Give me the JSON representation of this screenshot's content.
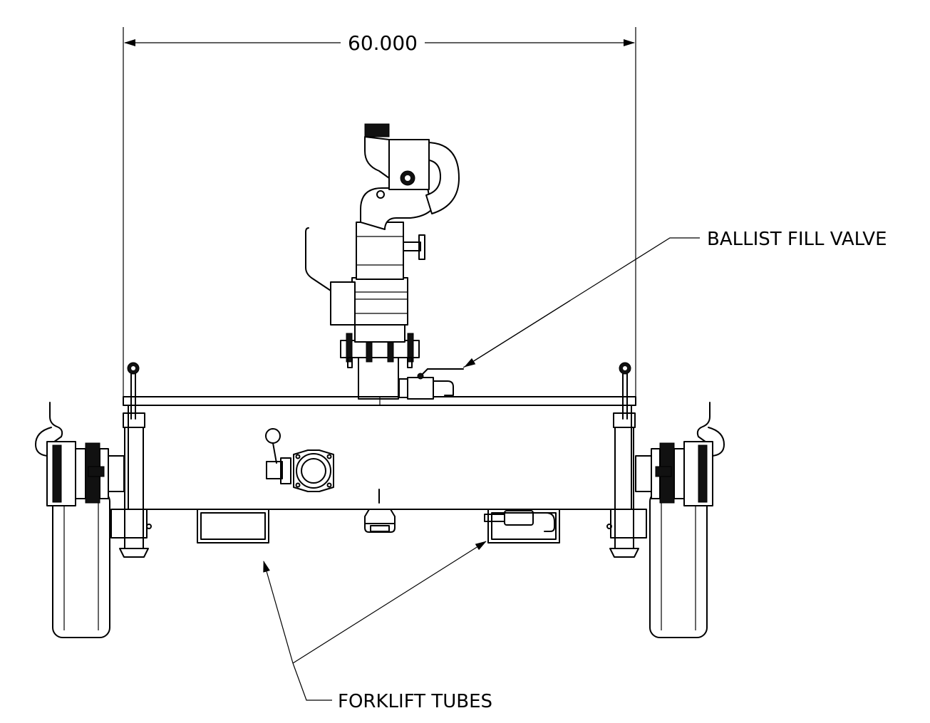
{
  "dimension": {
    "value": "60.000"
  },
  "callouts": {
    "ballast_fill_valve": "BALLIST FILL VALVE",
    "forklift_tubes": "FORKLIFT TUBES"
  }
}
